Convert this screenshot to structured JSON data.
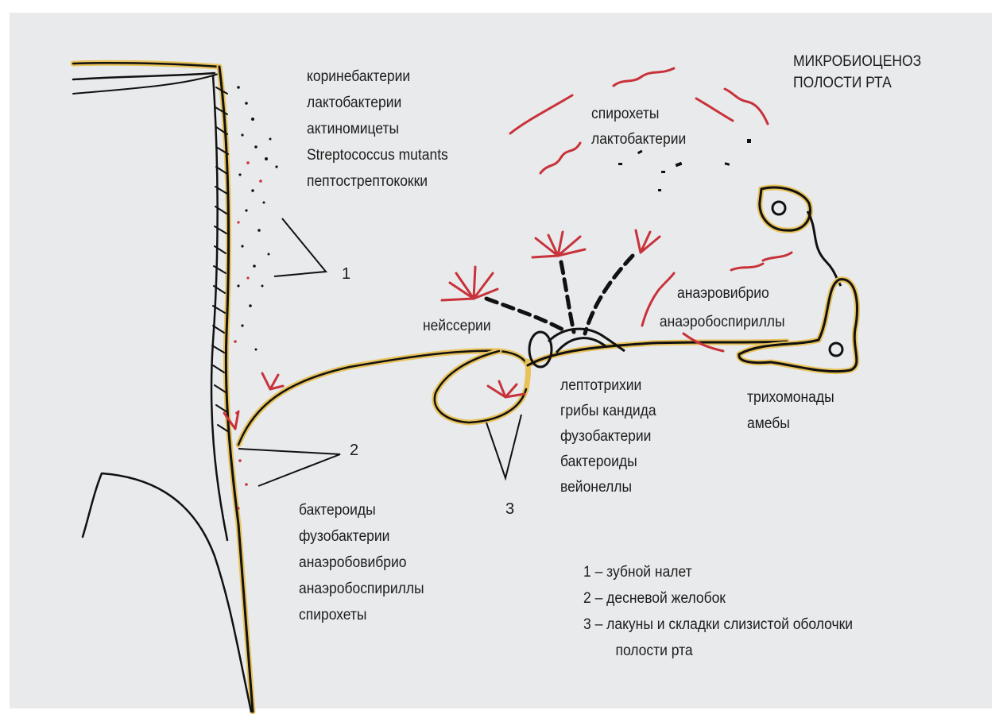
{
  "title": [
    "МИКРОБИОЦЕНОЗ",
    "ПОЛОСТИ РТА"
  ],
  "groups": {
    "plaque": [
      "коринебактерии",
      "лактобактерии",
      "актиномицеты",
      "Streptococcus mutants",
      "пептострептококки"
    ],
    "sulcus": [
      "бактероиды",
      "фузобактерии",
      "анаэробовибрио",
      "анаэробоспириллы",
      "спирохеты"
    ],
    "top_middle": [
      "спирохеты",
      "лактобактерии"
    ],
    "neisseria": "нейссерии",
    "lacunae": [
      "лептотрихии",
      "грибы кандида",
      "фузобактерии",
      "бактероиды",
      "вейонеллы"
    ],
    "anaerobes_right": [
      "анаэровибрио",
      "анаэробоспириллы"
    ],
    "protozoa": [
      "трихомонады",
      "амебы"
    ]
  },
  "markers": [
    "1",
    "2",
    "3"
  ],
  "legend": [
    "1 – зубной налет",
    "2 – десневой желобок",
    "3 – лакуны и складки слизистой оболочки",
    "полости рта"
  ],
  "colors": {
    "background": "#e9eaec",
    "outline": "#111111",
    "bacteria_red": "#c8323a",
    "highlight_yellow": "#e8c25a"
  }
}
